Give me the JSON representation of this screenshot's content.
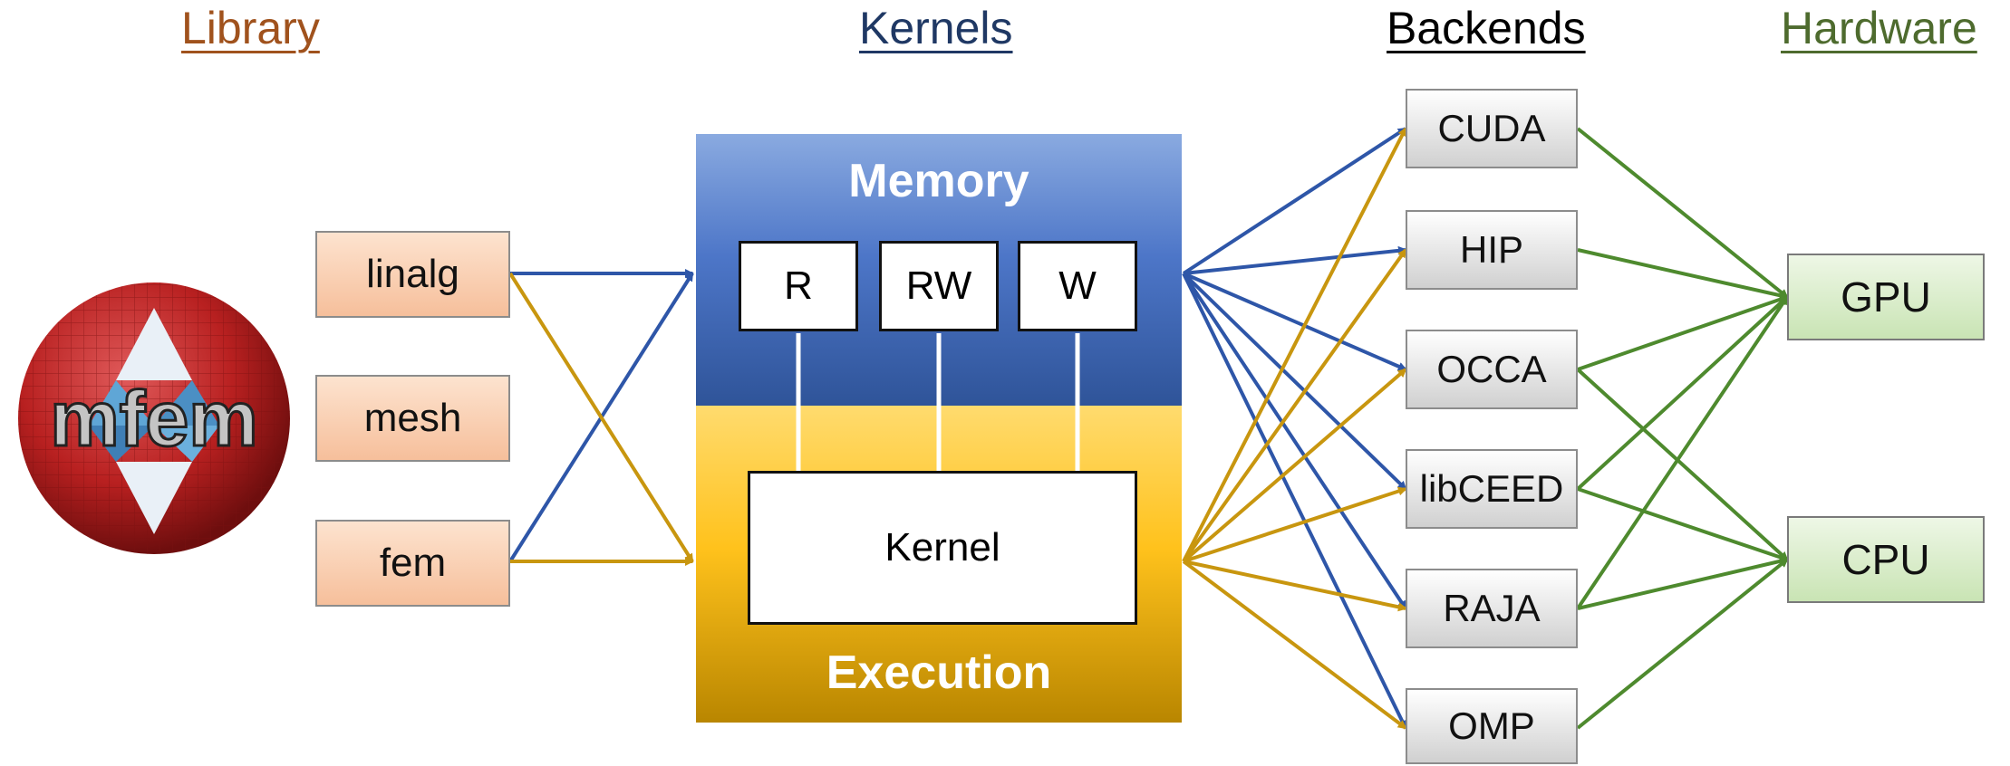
{
  "headings": {
    "library": "Library",
    "kernels": "Kernels",
    "backends": "Backends",
    "hardware": "Hardware"
  },
  "logo": {
    "text": "mfem"
  },
  "library_items": [
    "linalg",
    "mesh",
    "fem"
  ],
  "kernel_panel": {
    "memory_title": "Memory",
    "memory_modes": [
      "R",
      "RW",
      "W"
    ],
    "kernel_label": "Kernel",
    "execution_title": "Execution"
  },
  "backends": [
    "CUDA",
    "HIP",
    "OCCA",
    "libCEED",
    "RAJA",
    "OMP"
  ],
  "hardware": [
    "GPU",
    "CPU"
  ],
  "colors": {
    "library": "#a0521d",
    "kernels": "#1f3864",
    "backends": "#000000",
    "hardware": "#4e6b2e",
    "memory_arrow": "#2e56a8",
    "execution_arrow": "#c8960f",
    "hardware_arrow": "#4e8a2e"
  }
}
